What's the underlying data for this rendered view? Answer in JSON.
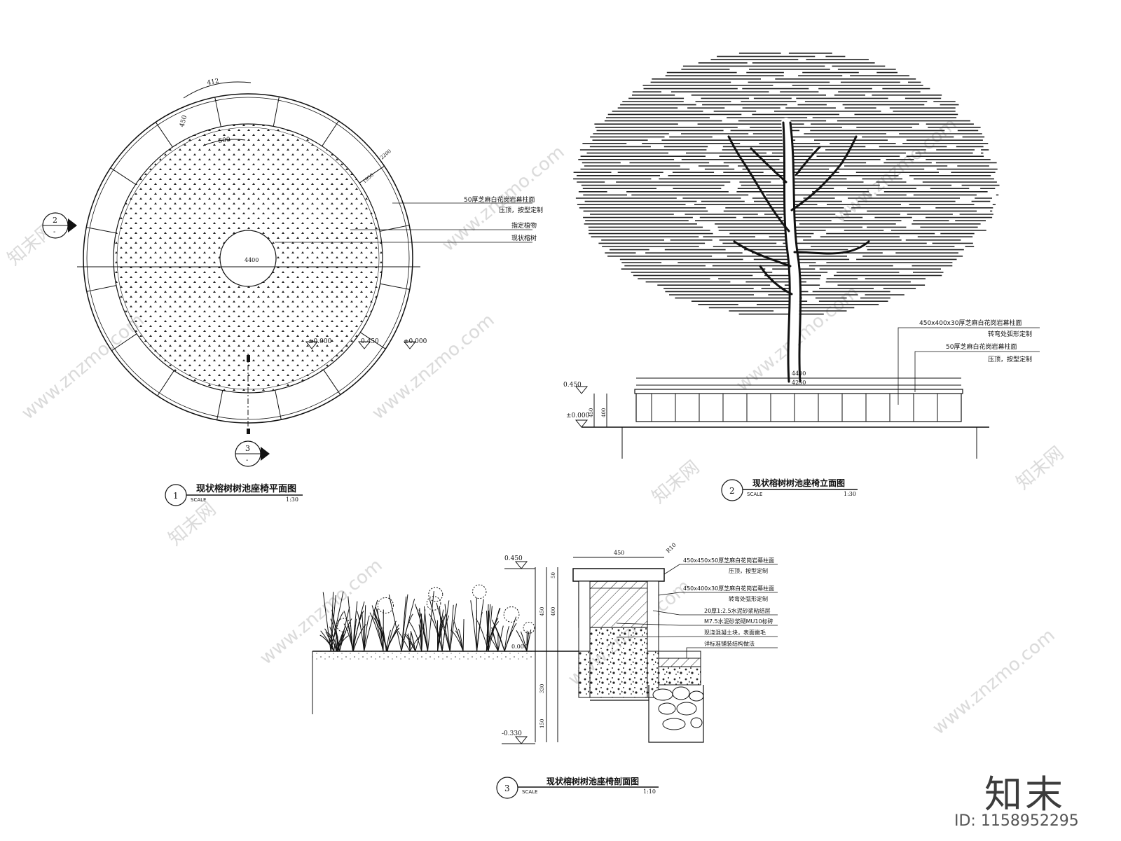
{
  "drawings": {
    "plan": {
      "number": "1",
      "title": "现状榕树树池座椅平面图",
      "scale_label": "SCALE",
      "scale": "1:30",
      "dims": {
        "arc": "412",
        "seat_width": "450",
        "inner_arc": "300",
        "diameter": "4400",
        "radius1": "2200",
        "radius2": "1950"
      },
      "notes": [
        "50厚芝麻白花岗岩幕柱面",
        "压顶，按型定制",
        "指定植物",
        "现状榕树"
      ],
      "elevations": [
        "±0.000",
        "0.450",
        "±0.000"
      ],
      "section_marks": [
        {
          "num": "2",
          "sub": "-"
        },
        {
          "num": "3",
          "sub": "-"
        }
      ]
    },
    "elevation": {
      "number": "2",
      "title": "现状榕树树池座椅立面图",
      "scale_label": "SCALE",
      "scale": "1:30",
      "levels": [
        "0.450",
        "±0.000"
      ],
      "dims": {
        "height": "450",
        "height2": "400",
        "width1": "4400",
        "width2": "4250"
      },
      "notes": [
        "450x400x30厚芝麻白花岗岩幕柱面",
        "转弯处弧形定制",
        "50厚芝麻白花岗岩幕柱面",
        "压顶，按型定制"
      ]
    },
    "section": {
      "number": "3",
      "title": "现状榕树树池座椅剖面图",
      "scale_label": "SCALE",
      "scale": "1:10",
      "levels": [
        "0.450",
        "0.000",
        "-0.330"
      ],
      "dims": {
        "top": "450",
        "r": "R10",
        "h1": "450",
        "h2": "400",
        "h3": "330",
        "h4": "150",
        "h5": "50"
      },
      "notes": [
        "450x450x50厚芝麻白花岗岩幕柱面",
        "压顶，按型定制",
        "450x400x30厚芝麻白花岗岩幕柱面",
        "转弯处弧形定制",
        "20厚1:2.5水泥砂浆粘结层",
        "M7.5水泥砂浆砌MU10标砖",
        "现浇混凝土块，表面凿毛",
        "详标准铺装结构做法"
      ]
    }
  },
  "watermark": {
    "site": "www.znzmo.com",
    "cn": "知末网"
  },
  "brand": {
    "logo": "知末",
    "id": "ID: 1158952295"
  }
}
